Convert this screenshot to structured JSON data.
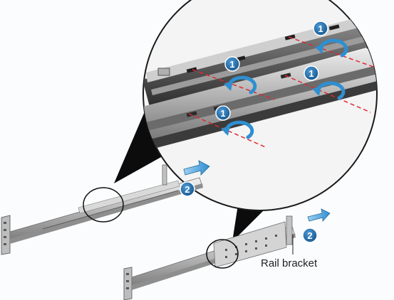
{
  "diagram": {
    "callouts": {
      "rail_bracket": "Rail bracket"
    },
    "steps": {
      "rotate": "1",
      "slide": "2"
    },
    "colors": {
      "step_badge": "#1e6fae",
      "arrow_blue": "#2f8fd0",
      "guide_line": "#e1292f",
      "rail_dark": "#3d3d3d",
      "rail_light": "#c9c9c9"
    }
  }
}
